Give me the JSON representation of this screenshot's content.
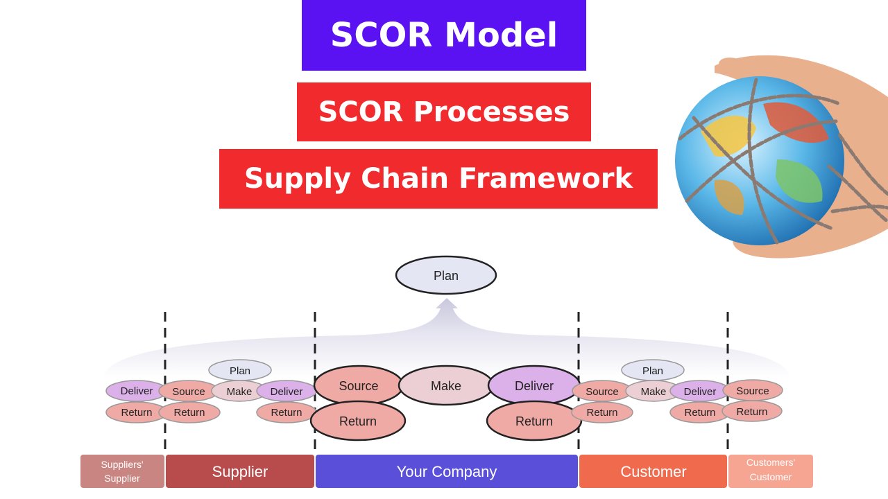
{
  "banners": {
    "title": "SCOR Model",
    "subtitle1": "SCOR Processes",
    "subtitle2": "Supply Chain Framework"
  },
  "diagram": {
    "top_plan": "Plan",
    "suppliers_supplier": {
      "deliver": "Deliver",
      "return": "Return"
    },
    "supplier": {
      "plan": "Plan",
      "source": "Source",
      "make": "Make",
      "deliver": "Deliver",
      "return_source": "Return",
      "return_deliver": "Return"
    },
    "your_company": {
      "source": "Source",
      "make": "Make",
      "deliver": "Deliver",
      "return_source": "Return",
      "return_deliver": "Return"
    },
    "customer": {
      "plan": "Plan",
      "source": "Source",
      "make": "Make",
      "deliver": "Deliver",
      "return_source": "Return",
      "return_deliver": "Return"
    },
    "customers_customer": {
      "source": "Source",
      "return": "Return"
    },
    "bar": {
      "suppliers_supplier_line1": "Suppliers'",
      "suppliers_supplier_line2": "Supplier",
      "supplier": "Supplier",
      "your_company": "Your Company",
      "customer": "Customer",
      "customers_customer_line1": "Customers'",
      "customers_customer_line2": "Customer"
    }
  },
  "colors": {
    "title_banner": "#5b12f2",
    "subtitle_banner": "#f12a2e",
    "plan_fill": "#e4e6f4",
    "make_fill": "#eccfd4",
    "deliver_fill": "#dcb0e8",
    "source_return_fill": "#f0aaa6",
    "bar_suppliers_supplier": "#c98582",
    "bar_supplier": "#b84b4b",
    "bar_your_company": "#5a4fd8",
    "bar_customer": "#f06a4e",
    "bar_customers_customer": "#f6a592"
  },
  "image": {
    "icon": "globe-in-chains-icon"
  }
}
